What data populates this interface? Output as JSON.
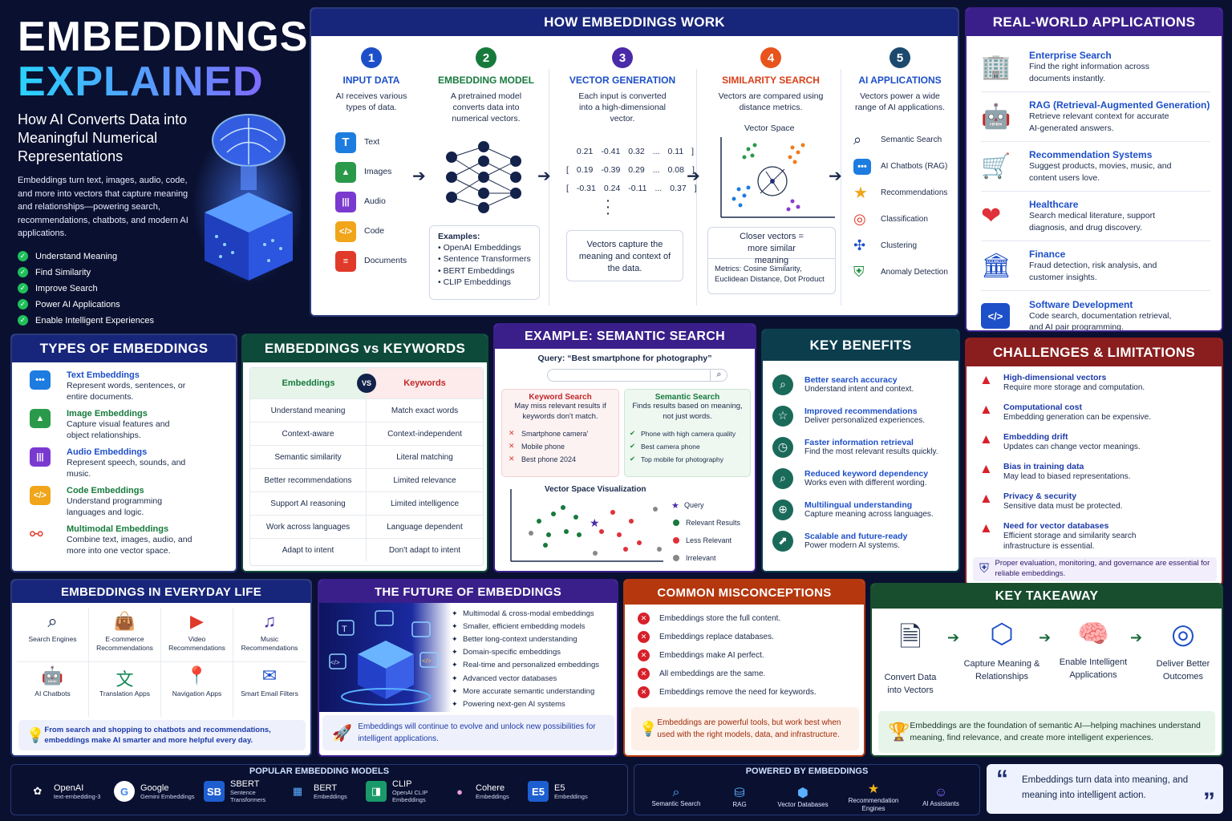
{
  "hero": {
    "title1": "EMBEDDINGS",
    "title2": "EXPLAINED",
    "subtitle": "How AI Converts Data into Meaningful Numerical Representations",
    "desc": "Embeddings turn text, images, audio, code, and more into vectors that capture meaning and relationships—powering search, recommendations, chatbots, and modern AI applications.",
    "bullets": [
      "Understand Meaning",
      "Find Similarity",
      "Improve Search",
      "Power AI Applications",
      "Enable Intelligent Experiences"
    ]
  },
  "how": {
    "title": "HOW EMBEDDINGS WORK",
    "steps": [
      {
        "num": "1",
        "title": "INPUT DATA",
        "desc": "AI receives various types of data."
      },
      {
        "num": "2",
        "title": "EMBEDDING MODEL",
        "desc": "A pretrained model converts data into numerical vectors."
      },
      {
        "num": "3",
        "title": "VECTOR GENERATION",
        "desc": "Each input is converted into a high-dimensional vector."
      },
      {
        "num": "4",
        "title": "SIMILARITY SEARCH",
        "desc": "Vectors are compared using distance metrics."
      },
      {
        "num": "5",
        "title": "AI APPLICATIONS",
        "desc": "Vectors power a wide range of AI applications."
      }
    ],
    "inputs": [
      "Text",
      "Images",
      "Audio",
      "Code",
      "Documents"
    ],
    "examples_title": "Examples:",
    "examples": [
      "OpenAI Embeddings",
      "Sentence Transformers",
      "BERT Embeddings",
      "CLIP Embeddings"
    ],
    "vectors": [
      [
        "0.21",
        "-0.41",
        "0.32",
        "...",
        "0.11"
      ],
      [
        "0.19",
        "-0.39",
        "0.29",
        "...",
        "0.08"
      ],
      [
        "-0.31",
        "0.24",
        "-0.11",
        "...",
        "0.37"
      ]
    ],
    "vector_note": "Vectors capture the meaning and context of the data.",
    "space_label": "Vector Space",
    "closer": "Closer vectors = more similar meaning",
    "metrics": "Metrics: Cosine Similarity, Euclidean Distance, Dot Product",
    "apps": [
      "Semantic Search",
      "AI Chatbots (RAG)",
      "Recommendations",
      "Classification",
      "Clustering",
      "Anomaly Detection"
    ]
  },
  "realworld": {
    "title": "REAL-WORLD APPLICATIONS",
    "items": [
      {
        "title": "Enterprise Search",
        "desc": "Find the right information across documents instantly."
      },
      {
        "title": "RAG (Retrieval-Augmented Generation)",
        "desc": "Retrieve relevant context for accurate AI-generated answers."
      },
      {
        "title": "Recommendation Systems",
        "desc": "Suggest products, movies, music, and content users love."
      },
      {
        "title": "Healthcare",
        "desc": "Search medical literature, support diagnosis, and drug discovery."
      },
      {
        "title": "Finance",
        "desc": "Fraud detection, risk analysis, and customer insights."
      },
      {
        "title": "Software Development",
        "desc": "Code search, documentation retrieval, and AI pair programming."
      }
    ]
  },
  "types": {
    "title": "TYPES OF EMBEDDINGS",
    "items": [
      {
        "title": "Text Embeddings",
        "desc": "Represent words, sentences, or entire documents."
      },
      {
        "title": "Image Embeddings",
        "desc": "Capture visual features and object relationships."
      },
      {
        "title": "Audio Embeddings",
        "desc": "Represent speech, sounds, and music."
      },
      {
        "title": "Code Embeddings",
        "desc": "Understand programming languages and logic."
      },
      {
        "title": "Multimodal Embeddings",
        "desc": "Combine text, images, audio, and more into one vector space."
      }
    ]
  },
  "vs": {
    "title": "EMBEDDINGS vs KEYWORDS",
    "left": "Embeddings",
    "right": "Keywords",
    "badge": "VS",
    "rows": [
      [
        "Understand meaning",
        "Match exact words"
      ],
      [
        "Context-aware",
        "Context-independent"
      ],
      [
        "Semantic similarity",
        "Literal matching"
      ],
      [
        "Better recommendations",
        "Limited relevance"
      ],
      [
        "Support AI reasoning",
        "Limited intelligence"
      ],
      [
        "Work across languages",
        "Language dependent"
      ],
      [
        "Adapt to intent",
        "Don't adapt to intent"
      ]
    ]
  },
  "example": {
    "title": "EXAMPLE: SEMANTIC SEARCH",
    "query": "Query: “Best smartphone for photography”",
    "kw_title": "Keyword Search",
    "kw_desc": "May miss relevant results if keywords don't match.",
    "kw_items": [
      "Smartphone camera'",
      "Mobile phone",
      "Best phone 2024"
    ],
    "sem_title": "Semantic Search",
    "sem_desc": "Finds results based on meaning, not just words.",
    "sem_items": [
      "Phone with high camera quality",
      "Best camera phone",
      "Top mobile for photography"
    ],
    "viz_title": "Vector Space Visualization",
    "legend": [
      "Query",
      "Relevant Results",
      "Less Relevant",
      "Irrelevant"
    ]
  },
  "benefits": {
    "title": "KEY BENEFITS",
    "items": [
      {
        "title": "Better search accuracy",
        "desc": "Understand intent and context."
      },
      {
        "title": "Improved recommendations",
        "desc": "Deliver personalized experiences."
      },
      {
        "title": "Faster information retrieval",
        "desc": "Find the most relevant results quickly."
      },
      {
        "title": "Reduced keyword dependency",
        "desc": "Works even with different wording."
      },
      {
        "title": "Multilingual understanding",
        "desc": "Capture meaning across languages."
      },
      {
        "title": "Scalable and future-ready",
        "desc": "Power modern AI systems."
      }
    ]
  },
  "challenges": {
    "title": "CHALLENGES & LIMITATIONS",
    "items": [
      {
        "title": "High-dimensional vectors",
        "desc": "Require more storage and computation."
      },
      {
        "title": "Computational cost",
        "desc": "Embedding generation can be expensive."
      },
      {
        "title": "Embedding drift",
        "desc": "Updates can change vector meanings."
      },
      {
        "title": "Bias in training data",
        "desc": "May lead to biased representations."
      },
      {
        "title": "Privacy & security",
        "desc": "Sensitive data must be protected."
      },
      {
        "title": "Need for vector databases",
        "desc": "Efficient storage and similarity search infrastructure is essential."
      }
    ],
    "note": "Proper evaluation, monitoring, and governance are essential for reliable embeddings."
  },
  "everyday": {
    "title": "EMBEDDINGS IN EVERYDAY LIFE",
    "items": [
      "Search Engines",
      "E-commerce Recommendations",
      "Video Recommendations",
      "Music Recommendations",
      "AI Chatbots",
      "Translation Apps",
      "Navigation Apps",
      "Smart Email Filters"
    ],
    "note": "From search and shopping to chatbots and recommendations, embeddings make AI smarter and more helpful every day."
  },
  "future": {
    "title": "THE FUTURE OF EMBEDDINGS",
    "items": [
      "Multimodal & cross-modal embeddings",
      "Smaller, efficient embedding models",
      "Better long-context understanding",
      "Domain-specific embeddings",
      "Real-time and personalized embeddings",
      "Advanced vector databases",
      "More accurate semantic understanding",
      "Powering next-gen AI systems"
    ],
    "note": "Embeddings will continue to evolve and unlock new possibilities for intelligent applications."
  },
  "misconceptions": {
    "title": "COMMON MISCONCEPTIONS",
    "items": [
      "Embeddings store the full content.",
      "Embeddings replace databases.",
      "Embeddings make AI perfect.",
      "All embeddings are the same.",
      "Embeddings remove the need for keywords."
    ],
    "note": "Embeddings are powerful tools, but work best when used with the right models, data, and infrastructure."
  },
  "takeaway": {
    "title": "KEY TAKEAWAY",
    "steps": [
      "Convert Data into Vectors",
      "Capture Meaning & Relationships",
      "Enable Intelligent Applications",
      "Deliver Better Outcomes"
    ],
    "note": "Embeddings are the foundation of semantic AI—helping machines understand meaning, find relevance, and create more intelligent experiences."
  },
  "models": {
    "title": "POPULAR EMBEDDING MODELS",
    "items": [
      {
        "name": "OpenAI",
        "sub": "text-embedding-3"
      },
      {
        "name": "Google",
        "sub": "Gemini Embeddings"
      },
      {
        "name": "SBERT",
        "sub": "Sentence Transformers"
      },
      {
        "name": "BERT",
        "sub": "Embeddings"
      },
      {
        "name": "CLIP",
        "sub": "OpenAI CLIP Embeddings"
      },
      {
        "name": "Cohere",
        "sub": "Embeddings"
      },
      {
        "name": "E5",
        "sub": "Embeddings"
      }
    ]
  },
  "powered": {
    "title": "POWERED BY EMBEDDINGS",
    "items": [
      "Semantic Search",
      "RAG",
      "Vector Databases",
      "Recommendation Engines",
      "AI Assistants"
    ]
  },
  "quote": "Embeddings turn data into meaning, and meaning into intelligent action."
}
